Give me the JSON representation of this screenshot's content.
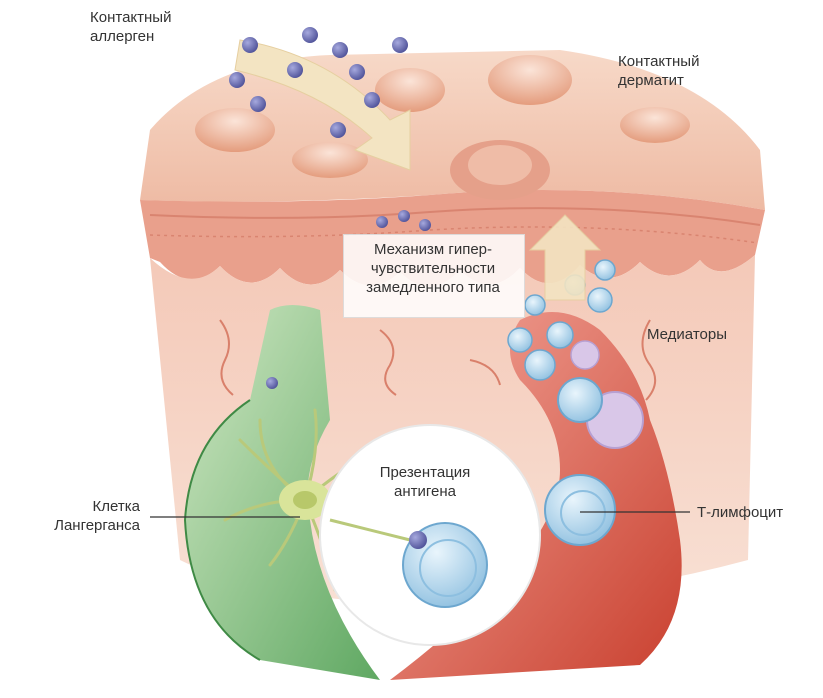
{
  "labels": {
    "allergen": "Контактный\nаллерген",
    "dermatitis": "Контактный\nдерматит",
    "mechanism": "Механизм гипер-\nчувствительности\nзамедленного типа",
    "mediators": "Медиаторы",
    "presentation": "Презентация\nантигена",
    "langerhans": "Клетка\nЛангерганса",
    "tcell": "Т-лимфоцит"
  },
  "colors": {
    "skin_surface": "#f3c9b3",
    "blister": "#e9a586",
    "dermis": "#f7dcd0",
    "epidermis_band": "#eaa58f",
    "green_tissue": "#8ec48c",
    "red_tissue": "#d65a4a",
    "allergen_particle": "#6b6fb3",
    "lymphocyte": "#a9d1ea",
    "arrow": "#f3e4c2"
  }
}
